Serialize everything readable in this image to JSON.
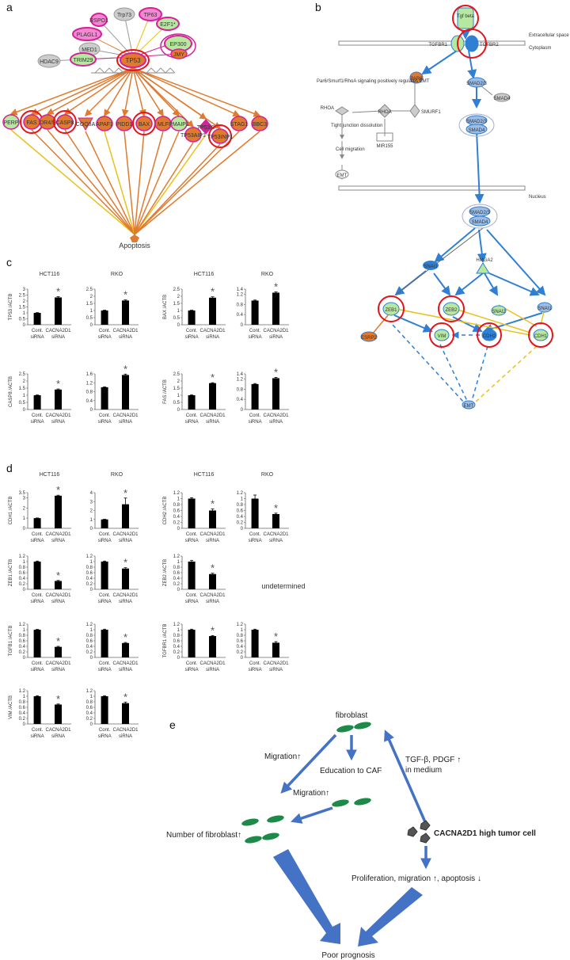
{
  "panels": {
    "a": {
      "label": "a",
      "center": "TP53",
      "sink": "Apoptosis",
      "top_nodes": [
        "RSPO1",
        "Trp73",
        "TP63",
        "PLAGL1",
        "E2F1*",
        "MED1",
        "EP300",
        "HDAC9",
        "TRIM29",
        "JMY"
      ],
      "targets": [
        "PERP",
        "FAS",
        "DR4/5",
        "CASP8",
        "COQ8A",
        "APAF1",
        "PIDD1",
        "BAX",
        "MLF",
        "PMAIP1",
        "TP53I3",
        "TP53AIP1",
        "TP53INP1",
        "STAG1",
        "BBC3"
      ]
    },
    "b": {
      "label": "b",
      "compartments": {
        "extracellular": "Extracellular space",
        "cytoplasm": "Cytoplasm",
        "nucleus": "Nucleus"
      },
      "nodes": {
        "tgfb": "Tgf beta",
        "tgfbr1": "TGFBR1",
        "tgfbr2": "TGFBR2",
        "pard6": "PAR6",
        "smad23": "SMAD2/3",
        "smad4": "SMAD4",
        "smad234": [
          "SMAD2/3",
          "SMAD4"
        ],
        "rhoa_a": "RHOA",
        "rhoa_b": "RHOA",
        "smurf1": "SMURF1",
        "mir155": "MIR155",
        "emt": "EMT",
        "nuc_smad": [
          "SMAD2/3",
          "SMAD4"
        ],
        "snai1_top": "SNAI1",
        "hmga2": "HMGA2",
        "zeb1": "ZEB1",
        "zeb2": "ZEB2",
        "snai2": "SNAI2",
        "snai1": "SNAI1",
        "esrp2": "ESRP2",
        "vim": "VIM",
        "cdh2": "CDH2",
        "cdh1": "CDH1",
        "emt_bottom": "EMT"
      },
      "process_note": "Par6/Smurf1/RhoA signaling positively regulates EMT",
      "tight_junction": "Tight junction dissolution",
      "cell_migration": "Cell migration"
    },
    "c": {
      "label": "c"
    },
    "d": {
      "label": "d",
      "undetermined": "undetermined"
    },
    "e": {
      "label": "e",
      "fibroblast": "fibroblast",
      "migration_left": "Migration↑",
      "education": "Education to CAF",
      "migration_mid": "Migration↑",
      "tgf": "TGF-β, PDGF ↑",
      "in_medium": "in medium",
      "tumor": "CACNA2D1 high tumor cell",
      "number_fibroblast": "Number of fibroblast↑",
      "proliferation": "Proliferation, migration ↑, apoptosis ↓",
      "prognosis": "Poor prognosis"
    }
  },
  "bar_x_labels": [
    "Cont.",
    "siRNA",
    "CACNA2D1",
    "siRNA"
  ],
  "chart_data": [
    {
      "id": "c1",
      "type": "bar",
      "title": "HCT116",
      "ylabel": "TP53 /ACTB",
      "categories": [
        "Cont. siRNA",
        "CACNA2D1 siRNA"
      ],
      "values": [
        1.0,
        2.3
      ],
      "errors": [
        0.02,
        0.06
      ],
      "ylim": [
        0,
        3
      ],
      "yticks": [
        0,
        0.5,
        1,
        1.5,
        2,
        2.5,
        3
      ],
      "sig": [
        false,
        true
      ]
    },
    {
      "id": "c2",
      "type": "bar",
      "title": "RKO",
      "ylabel": "",
      "categories": [
        "Cont. siRNA",
        "CACNA2D1 siRNA"
      ],
      "values": [
        1.0,
        1.7
      ],
      "errors": [
        0.02,
        0.04
      ],
      "ylim": [
        0,
        2.5
      ],
      "yticks": [
        0,
        0.5,
        1,
        1.5,
        2,
        2.5
      ],
      "sig": [
        false,
        true
      ]
    },
    {
      "id": "c3",
      "type": "bar",
      "title": "HCT116",
      "ylabel": "BAX /ACTB",
      "categories": [
        "Cont. siRNA",
        "CACNA2D1 siRNA"
      ],
      "values": [
        1.0,
        1.9
      ],
      "errors": [
        0.02,
        0.06
      ],
      "ylim": [
        0,
        2.5
      ],
      "yticks": [
        0,
        0.5,
        1,
        1.5,
        2,
        2.5
      ],
      "sig": [
        false,
        true
      ]
    },
    {
      "id": "c4",
      "type": "bar",
      "title": "RKO",
      "ylabel": "",
      "categories": [
        "Cont. siRNA",
        "CACNA2D1 siRNA"
      ],
      "values": [
        0.95,
        1.26
      ],
      "errors": [
        0.02,
        0.03
      ],
      "ylim": [
        0,
        1.4
      ],
      "yticks": [
        0,
        0.2,
        0.4,
        0.6,
        0.8,
        1,
        1.2,
        1.4
      ],
      "sig": [
        false,
        true
      ]
    },
    {
      "id": "c5",
      "type": "bar",
      "title": "",
      "ylabel": "CASP8 /ACTB",
      "categories": [
        "Cont. siRNA",
        "CACNA2D1 siRNA"
      ],
      "values": [
        1.0,
        1.4
      ],
      "errors": [
        0.02,
        0.04
      ],
      "ylim": [
        0,
        2.5
      ],
      "yticks": [
        0,
        0.5,
        1,
        1.5,
        2,
        2.5
      ],
      "sig": [
        false,
        true
      ]
    },
    {
      "id": "c6",
      "type": "bar",
      "title": "",
      "ylabel": "",
      "categories": [
        "Cont. siRNA",
        "CACNA2D1 siRNA"
      ],
      "values": [
        1.0,
        1.55
      ],
      "errors": [
        0.02,
        0.04
      ],
      "ylim": [
        0,
        1.6
      ],
      "yticks": [
        0,
        0.2,
        0.4,
        0.6,
        0.8,
        1,
        1.2,
        1.4,
        1.6
      ],
      "sig": [
        false,
        true
      ]
    },
    {
      "id": "c7",
      "type": "bar",
      "title": "",
      "ylabel": "FAS /ACTB",
      "categories": [
        "Cont. siRNA",
        "CACNA2D1 siRNA"
      ],
      "values": [
        1.0,
        1.85
      ],
      "errors": [
        0.02,
        0.03
      ],
      "ylim": [
        0,
        2.5
      ],
      "yticks": [
        0,
        0.5,
        1,
        1.5,
        2,
        2.5
      ],
      "sig": [
        false,
        true
      ]
    },
    {
      "id": "c8",
      "type": "bar",
      "title": "",
      "ylabel": "",
      "categories": [
        "Cont. siRNA",
        "CACNA2D1 siRNA"
      ],
      "values": [
        1.0,
        1.23
      ],
      "errors": [
        0.02,
        0.03
      ],
      "ylim": [
        0,
        1.4
      ],
      "yticks": [
        0,
        0.2,
        0.4,
        0.6,
        0.8,
        1,
        1.2,
        1.4
      ],
      "sig": [
        false,
        true
      ]
    },
    {
      "id": "d1",
      "type": "bar",
      "title": "HCT116",
      "ylabel": "CDH1 /ACTB",
      "categories": [
        "Cont. siRNA",
        "CACNA2D1 siRNA"
      ],
      "values": [
        1.0,
        3.2
      ],
      "errors": [
        0.02,
        0.05
      ],
      "ylim": [
        0,
        3.5
      ],
      "yticks": [
        0,
        0.5,
        1,
        1.5,
        2,
        2.5,
        3,
        3.5
      ],
      "sig": [
        false,
        true
      ]
    },
    {
      "id": "d2",
      "type": "bar",
      "title": "RKO",
      "ylabel": "",
      "categories": [
        "Cont. siRNA",
        "CACNA2D1 siRNA"
      ],
      "values": [
        1.0,
        2.7
      ],
      "errors": [
        0.02,
        0.7
      ],
      "ylim": [
        0,
        4
      ],
      "yticks": [
        0,
        0.5,
        1,
        1.5,
        2,
        2.5,
        3,
        3.5,
        4
      ],
      "sig": [
        false,
        true
      ]
    },
    {
      "id": "d3",
      "type": "bar",
      "title": "HCT116",
      "ylabel": "CDH2 /ACTB",
      "categories": [
        "Cont. siRNA",
        "CACNA2D1 siRNA"
      ],
      "values": [
        1.0,
        0.6
      ],
      "errors": [
        0.03,
        0.05
      ],
      "ylim": [
        0,
        1.2
      ],
      "yticks": [
        0,
        0.2,
        0.4,
        0.6,
        0.8,
        1,
        1.2
      ],
      "sig": [
        false,
        true
      ]
    },
    {
      "id": "d4",
      "type": "bar",
      "title": "RKO",
      "ylabel": "",
      "categories": [
        "Cont. siRNA",
        "CACNA2D1 siRNA"
      ],
      "values": [
        1.0,
        0.48
      ],
      "errors": [
        0.12,
        0.03
      ],
      "ylim": [
        0,
        1.2
      ],
      "yticks": [
        0,
        0.2,
        0.4,
        0.6,
        0.8,
        1,
        1.2
      ],
      "sig": [
        false,
        true
      ]
    },
    {
      "id": "d5",
      "type": "bar",
      "title": "",
      "ylabel": "ZEB1 /ACTB",
      "categories": [
        "Cont. siRNA",
        "CACNA2D1 siRNA"
      ],
      "values": [
        1.0,
        0.3
      ],
      "errors": [
        0.02,
        0.02
      ],
      "ylim": [
        0,
        1.2
      ],
      "yticks": [
        0,
        0.1,
        0.2,
        0.3,
        0.4,
        0.5,
        0.6,
        0.7,
        0.8,
        0.9,
        1,
        1.1,
        1.2
      ],
      "sig": [
        false,
        true
      ]
    },
    {
      "id": "d6",
      "type": "bar",
      "title": "",
      "ylabel": "",
      "categories": [
        "Cont. siRNA",
        "CACNA2D1 siRNA"
      ],
      "values": [
        1.0,
        0.75
      ],
      "errors": [
        0.02,
        0.03
      ],
      "ylim": [
        0,
        1.2
      ],
      "yticks": [
        0,
        0.1,
        0.2,
        0.3,
        0.4,
        0.5,
        0.6,
        0.7,
        0.8,
        0.9,
        1,
        1.1,
        1.2
      ],
      "sig": [
        false,
        true
      ]
    },
    {
      "id": "d7",
      "type": "bar",
      "title": "",
      "ylabel": "ZEB2 /ACTB",
      "categories": [
        "Cont. siRNA",
        "CACNA2D1 siRNA"
      ],
      "values": [
        1.0,
        0.55
      ],
      "errors": [
        0.04,
        0.03
      ],
      "ylim": [
        0,
        1.2
      ],
      "yticks": [
        0,
        0.1,
        0.2,
        0.3,
        0.4,
        0.5,
        0.6,
        0.7,
        0.8,
        0.9,
        1,
        1.1,
        1.2
      ],
      "sig": [
        false,
        true
      ]
    },
    {
      "id": "d8",
      "type": "bar",
      "title": "",
      "ylabel": "TGFB1 /ACTB",
      "categories": [
        "Cont. siRNA",
        "CACNA2D1 siRNA"
      ],
      "values": [
        1.0,
        0.38
      ],
      "errors": [
        0.01,
        0.02
      ],
      "ylim": [
        0,
        1.2
      ],
      "yticks": [
        0,
        0.1,
        0.2,
        0.3,
        0.4,
        0.5,
        0.6,
        0.7,
        0.8,
        0.9,
        1,
        1.1,
        1.2
      ],
      "sig": [
        false,
        true
      ]
    },
    {
      "id": "d9",
      "type": "bar",
      "title": "",
      "ylabel": "",
      "categories": [
        "Cont. siRNA",
        "CACNA2D1 siRNA"
      ],
      "values": [
        1.0,
        0.52
      ],
      "errors": [
        0.02,
        0.02
      ],
      "ylim": [
        0,
        1.2
      ],
      "yticks": [
        0,
        0.1,
        0.2,
        0.3,
        0.4,
        0.5,
        0.6,
        0.7,
        0.8,
        0.9,
        1,
        1.1,
        1.2
      ],
      "sig": [
        false,
        true
      ]
    },
    {
      "id": "d10",
      "type": "bar",
      "title": "",
      "ylabel": "TGFBR1 /ACTB",
      "categories": [
        "Cont. siRNA",
        "CACNA2D1 siRNA"
      ],
      "values": [
        1.0,
        0.77
      ],
      "errors": [
        0.02,
        0.02
      ],
      "ylim": [
        0,
        1.2
      ],
      "yticks": [
        0,
        0.1,
        0.2,
        0.3,
        0.4,
        0.5,
        0.6,
        0.7,
        0.8,
        0.9,
        1,
        1.1,
        1.2
      ],
      "sig": [
        false,
        true
      ]
    },
    {
      "id": "d11",
      "type": "bar",
      "title": "",
      "ylabel": "",
      "categories": [
        "Cont. siRNA",
        "CACNA2D1 siRNA"
      ],
      "values": [
        1.0,
        0.53
      ],
      "errors": [
        0.02,
        0.04
      ],
      "ylim": [
        0,
        1.2
      ],
      "yticks": [
        0,
        0.1,
        0.2,
        0.3,
        0.4,
        0.5,
        0.6,
        0.7,
        0.8,
        0.9,
        1,
        1.1,
        1.2
      ],
      "sig": [
        false,
        true
      ]
    },
    {
      "id": "d12",
      "type": "bar",
      "title": "",
      "ylabel": "VIM /ACTB",
      "categories": [
        "Cont. siRNA",
        "CACNA2D1 siRNA"
      ],
      "values": [
        1.0,
        0.7
      ],
      "errors": [
        0.02,
        0.02
      ],
      "ylim": [
        0,
        1.2
      ],
      "yticks": [
        0,
        0.1,
        0.2,
        0.3,
        0.4,
        0.5,
        0.6,
        0.7,
        0.8,
        0.9,
        1,
        1.1,
        1.2
      ],
      "sig": [
        false,
        true
      ]
    },
    {
      "id": "d13",
      "type": "bar",
      "title": "",
      "ylabel": "",
      "categories": [
        "Cont. siRNA",
        "CACNA2D1 siRNA"
      ],
      "values": [
        1.0,
        0.75
      ],
      "errors": [
        0.02,
        0.04
      ],
      "ylim": [
        0,
        1.2
      ],
      "yticks": [
        0,
        0.1,
        0.2,
        0.3,
        0.4,
        0.5,
        0.6,
        0.7,
        0.8,
        0.9,
        1,
        1.1,
        1.2
      ],
      "sig": [
        false,
        true
      ]
    }
  ],
  "colors": {
    "orange": "#e07a2e",
    "magenta": "#d4209a",
    "green_fill": "#b7e89f",
    "red_ring": "#e5141b",
    "blue": "#2f7fd4",
    "blue_fill": "#9cbde6",
    "yellow": "#e8c21b",
    "arrow_blue": "#4472c4",
    "cell_green": "#1e8a4a"
  }
}
